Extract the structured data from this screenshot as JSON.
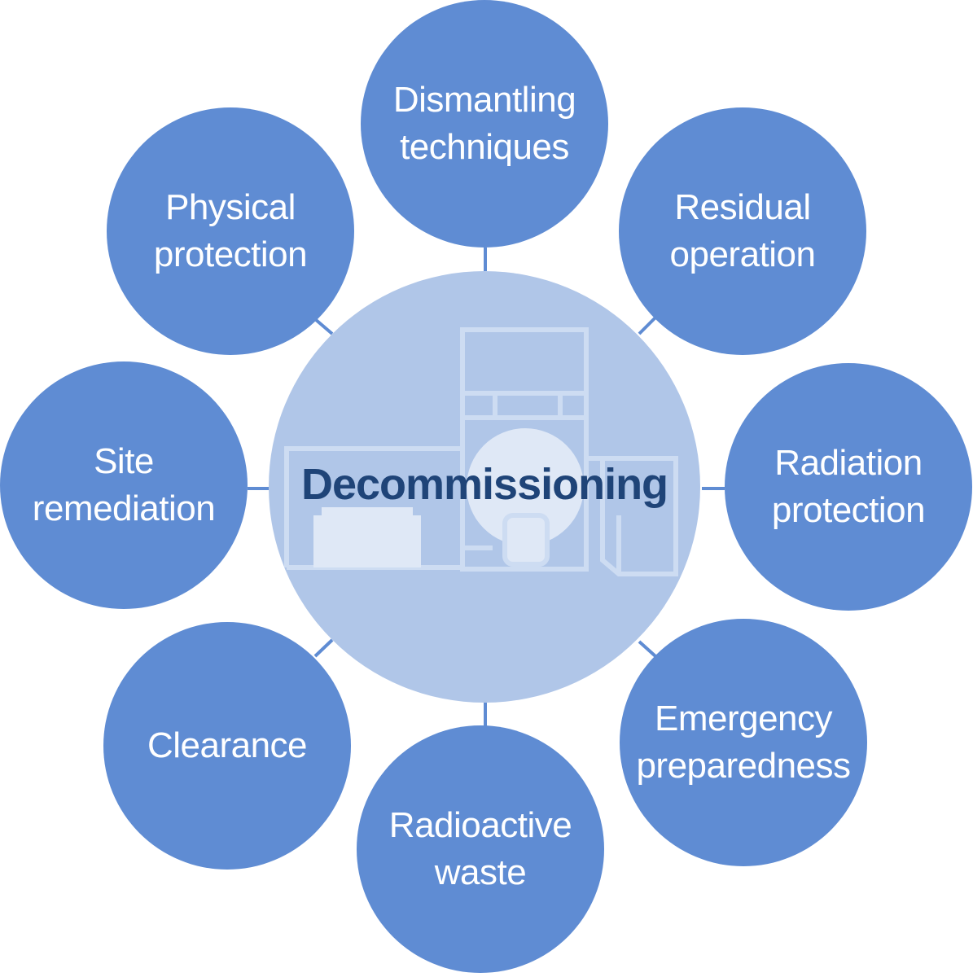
{
  "colors": {
    "node_fill": "#5f8cd3",
    "node_text": "#ffffff",
    "center_fill": "#b0c6e8",
    "connector": "#5f8cd3",
    "building_fill": "#cddcf2",
    "building_light": "#dfe8f6",
    "title_text": "#1f4478"
  },
  "center": {
    "title": "Decommissioning",
    "illustration": "nuclear-power-plant-icon"
  },
  "nodes": [
    {
      "id": "dismantling-techniques",
      "lines": [
        "Dismantling",
        "techniques"
      ]
    },
    {
      "id": "residual-operation",
      "lines": [
        "Residual",
        "operation"
      ]
    },
    {
      "id": "radiation-protection",
      "lines": [
        "Radiation",
        "protection"
      ]
    },
    {
      "id": "emergency-preparedness",
      "lines": [
        "Emergency",
        "preparedness"
      ]
    },
    {
      "id": "radioactive-waste",
      "lines": [
        "Radioactive",
        "waste"
      ]
    },
    {
      "id": "clearance",
      "lines": [
        "Clearance"
      ]
    },
    {
      "id": "site-remediation",
      "lines": [
        "Site",
        "remediation"
      ]
    },
    {
      "id": "physical-protection",
      "lines": [
        "Physical",
        "protection"
      ]
    }
  ]
}
